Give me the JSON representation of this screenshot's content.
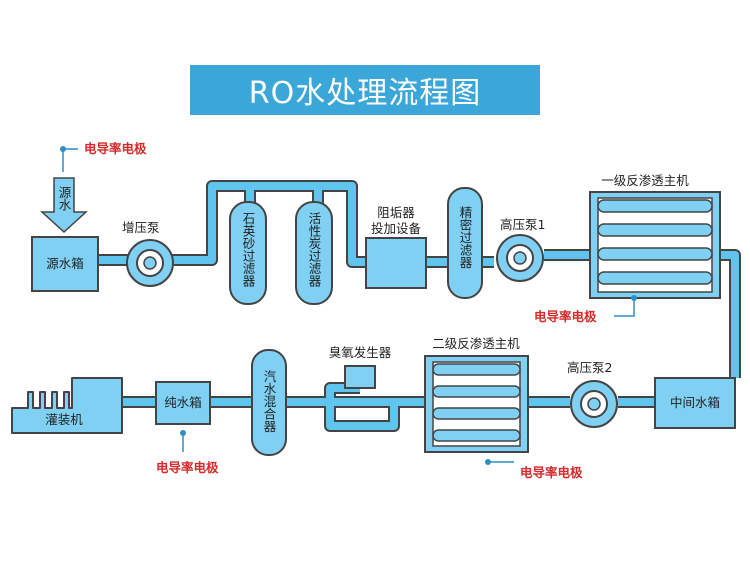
{
  "title": "RO水处理流程图",
  "colors": {
    "title_bg": "#3aa7d8",
    "box_fill": "#7fd0f2",
    "pipe": "#5fc4ee",
    "outline": "#444444",
    "sensor_text": "#d62b2b",
    "sensor_line": "#2a8fc4"
  },
  "sensor_label": "电导率电极",
  "source_water": "源水",
  "equipment": {
    "source_tank": "源水箱",
    "booster_pump": "增压泵",
    "quartz_filter": "石英砂过滤器",
    "carbon_filter": "活性炭过滤器",
    "antiscalant_line1": "阻垢器",
    "antiscalant_line2": "投加设备",
    "precision_filter": "精密过滤器",
    "hp_pump_1": "高压泵1",
    "ro_stage_1": "一级反渗透主机",
    "middle_tank": "中间水箱",
    "hp_pump_2": "高压泵2",
    "ro_stage_2": "二级反渗透主机",
    "ozone_generator": "臭氧发生器",
    "mixer": "汽水混合器",
    "pure_tank": "纯水箱",
    "filling_machine": "灌装机"
  }
}
